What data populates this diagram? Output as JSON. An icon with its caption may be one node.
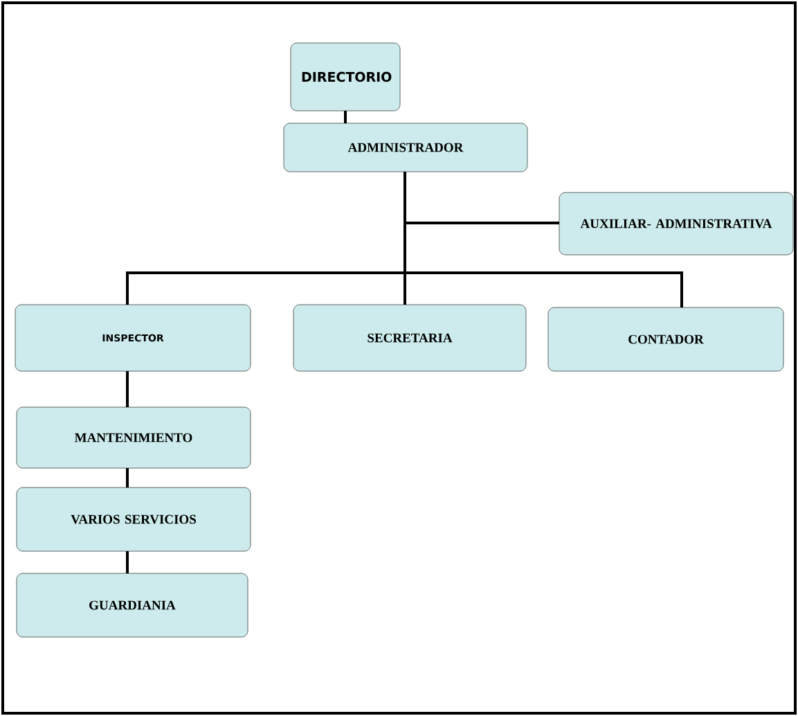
{
  "diagram": {
    "nodes": [
      {
        "text": [
          "DIRECTORIO"
        ]
      },
      {
        "text": [
          "ADMINISTRADOR"
        ]
      },
      {
        "text": [
          "AUXILIAR- ADMINISTRATIVA"
        ]
      },
      {
        "text": [
          "INSPECTOR"
        ]
      },
      {
        "text": [
          "SECRETARIA"
        ]
      },
      {
        "text": [
          "CONTADOR"
        ]
      },
      {
        "text": [
          "MANTENIMIENTO"
        ]
      },
      {
        "text": [
          "VARIOS SERVICIOS"
        ]
      },
      {
        "text": [
          "GUARDIANIA"
        ]
      }
    ],
    "edges": [
      {
        "from": 0,
        "to": 1,
        "arrow": "none"
      },
      {
        "from": 1,
        "to": 2,
        "arrow": "none"
      },
      {
        "from": 1,
        "to": 3,
        "arrow": "none"
      },
      {
        "from": 1,
        "to": 4,
        "arrow": "none"
      },
      {
        "from": 1,
        "to": 5,
        "arrow": "none"
      },
      {
        "from": 3,
        "to": 6,
        "arrow": "none"
      },
      {
        "from": 6,
        "to": 7,
        "arrow": "none"
      },
      {
        "from": 7,
        "to": 8,
        "arrow": "none"
      }
    ]
  }
}
